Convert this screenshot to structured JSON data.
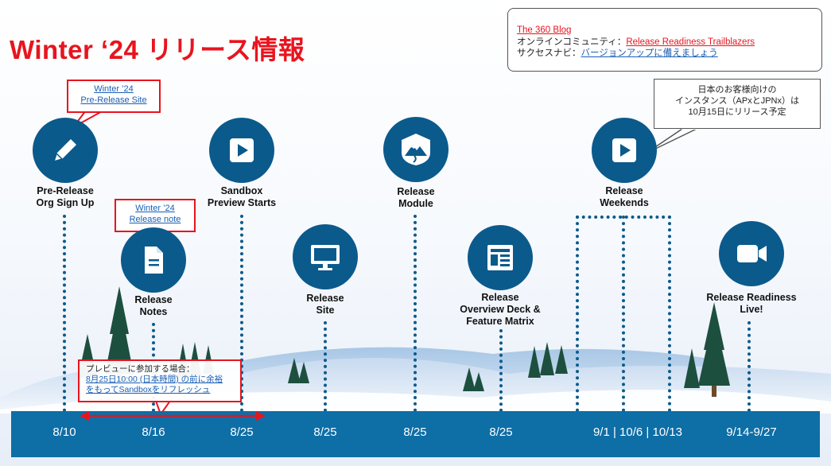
{
  "title": "Winter ‘24 リリース情報",
  "info_box": {
    "blog_link": "The 360 Blog",
    "community_prefix": "オンラインコミュニティ：",
    "community_link": "Release Readiness Trailblazers",
    "navi_prefix": "サクセスナビ：",
    "navi_link": "バージョンアップに備えましょう"
  },
  "callouts": {
    "prerelease_site": {
      "line1": "Winter ’24",
      "line2": "Pre-Release Site"
    },
    "release_note": {
      "line1": "Winter ’24",
      "line2": "Release note"
    },
    "japan": {
      "line1": "日本のお客様向けの",
      "line2": "インスタンス（APxとJPNx）は",
      "line3": "10月15日にリリース予定"
    },
    "preview": {
      "line1": "プレビューに参加する場合：",
      "line2": "8月25日10:00 (日本時間) の前に余裕",
      "line3": "をもってSandboxをリフレッシュ"
    }
  },
  "milestones": [
    {
      "icon": "pencil-icon",
      "line1": "Pre-Release",
      "line2": "Org Sign Up",
      "line3": ""
    },
    {
      "icon": "document-icon",
      "line1": "Release",
      "line2": "Notes",
      "line3": ""
    },
    {
      "icon": "play-icon",
      "line1": "Sandbox",
      "line2": "Preview Starts",
      "line3": ""
    },
    {
      "icon": "monitor-icon",
      "line1": "Release",
      "line2": "Site",
      "line3": ""
    },
    {
      "icon": "trailhead-mountain-icon",
      "line1": "Release",
      "line2": "Module",
      "line3": ""
    },
    {
      "icon": "news-icon",
      "line1": "Release",
      "line2": "Overview Deck &",
      "line3": "Feature Matrix"
    },
    {
      "icon": "play-icon",
      "line1": "Release",
      "line2": "Weekends",
      "line3": ""
    },
    {
      "icon": "video-camera-icon",
      "line1": "Release Readiness",
      "line2": "Live!",
      "line3": ""
    }
  ],
  "dates": [
    "8/10",
    "8/16",
    "8/25",
    "8/25",
    "8/25",
    "8/25",
    "9/1 | 10/6 | 10/13",
    "9/14-9/27"
  ],
  "colors": {
    "title_red": "#e8141e",
    "timeline_blue": "#0e6ea6",
    "icon_blue": "#0b5a8c",
    "tree_green": "#1d4f3f"
  }
}
